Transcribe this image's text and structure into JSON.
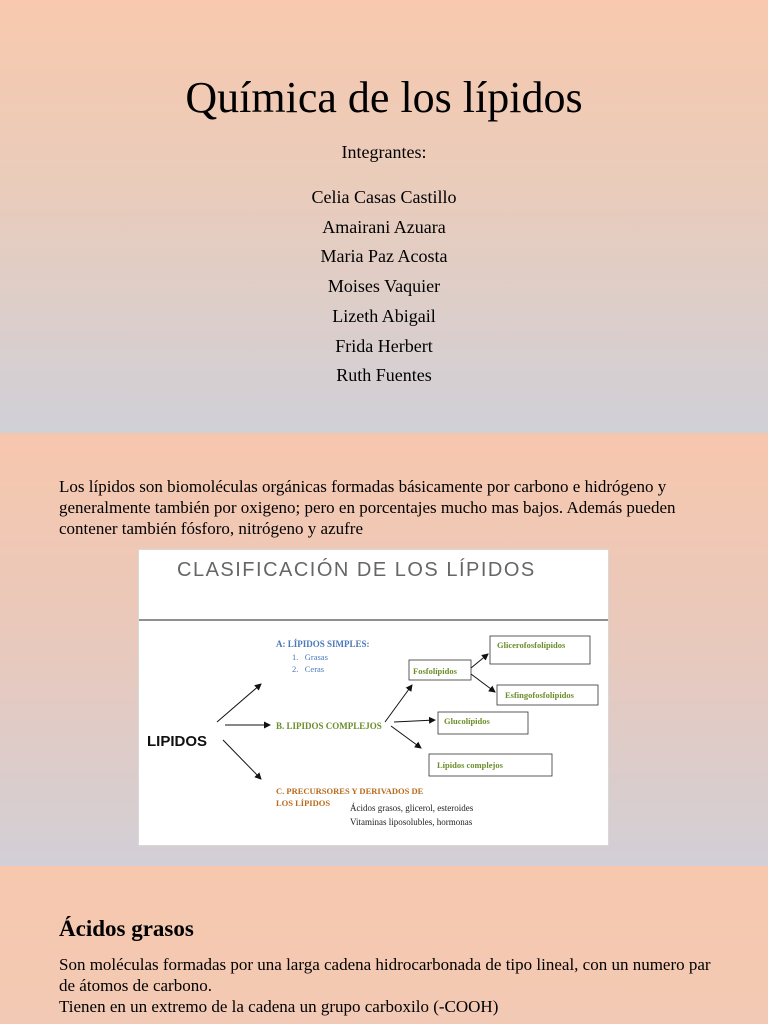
{
  "slide1": {
    "title": "Química de los lípidos",
    "integrantes_label": "Integrantes:",
    "members": [
      "Celia Casas Castillo",
      "Amairani Azuara",
      "Maria Paz Acosta",
      "Moises Vaquier",
      "Lizeth Abigail",
      "Frida Herbert",
      "Ruth Fuentes"
    ]
  },
  "slide2": {
    "intro": "Los lípidos son biomoléculas orgánicas formadas básicamente por carbono e hidrógeno y generalmente también por oxigeno; pero en porcentajes mucho mas bajos. Además pueden contener también fósforo, nitrógeno y azufre",
    "figure": {
      "title": "CLASIFICACIÓN DE LOS LÍPIDOS",
      "root": "LIPIDOS",
      "simple": {
        "label": "A: LÍPIDOS SIMPLES:",
        "items": [
          "1.   Grasas",
          "2.   Ceras"
        ]
      },
      "complejos": "B. LIPIDOS COMPLEJOS",
      "fosfolipidos": "Fosfolípidos",
      "glicerofosfolipidos": "Glicerofosfolípidos",
      "esfingofosfolipidos": "Esfingofosfolípidos",
      "glucolipidos": "Glucolípidos",
      "lipidos_complejos": "Lípidos complejos",
      "precursores_line1": "C. PRECURSORES Y DERIVADOS DE",
      "precursores_line2": "LOS LÍPIDOS",
      "derivados_line1": "Ácidos grasos, glicerol, esteroides",
      "derivados_line2": "Vitaminas liposolubles, hormonas",
      "colors": {
        "blue": "#4a78b8",
        "green": "#6b8e2a",
        "orange": "#b86a1c",
        "gray_title": "#666666"
      }
    }
  },
  "slide3": {
    "heading": "Ácidos grasos",
    "line1": "Son moléculas formadas por una larga cadena hidrocarbonada de tipo lineal, con un numero par de átomos de carbono.",
    "line2": "Tienen en un extremo de la cadena un grupo carboxilo (-COOH)"
  }
}
